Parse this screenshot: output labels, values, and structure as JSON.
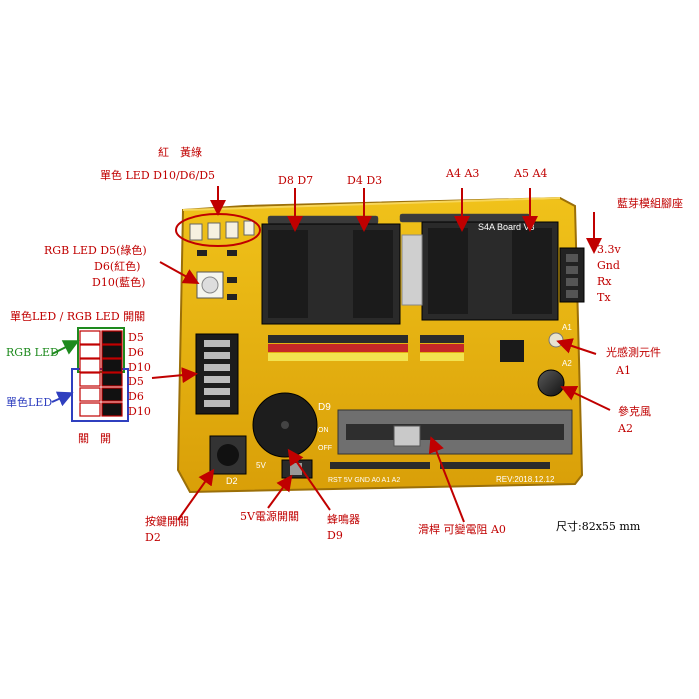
{
  "colors": {
    "board": "#e6b10a",
    "board_edge": "#a8770a",
    "annotation_red": "#c00000",
    "annotation_green": "#1e8a1e",
    "annotation_blue": "#2f3fbf",
    "header_black": "#1f1f1f"
  },
  "labels": {
    "led_colors": "紅　黃綠",
    "single_led": "單色 LED D10/D6/D5",
    "d8d7": "D8 D7",
    "d4d3": "D4 D3",
    "a4a3": "A4 A3",
    "a5a4": "A5 A4",
    "bluetooth": "藍芽模組腳座",
    "rgb_led_1": "RGB LED D5(綠色)",
    "rgb_led_2": "D6(紅色)",
    "rgb_led_3": "D10(藍色)",
    "pin_33v": "3.3v",
    "pin_gnd": "Gnd",
    "pin_rx": "Rx",
    "pin_tx": "Tx",
    "switch_title": "單色LED / RGB LED 開關",
    "rgb_led_side": "RGB LED",
    "single_led_side": "單色LED",
    "sw_d5a": "D5",
    "sw_d6a": "D6",
    "sw_d10a": "D10",
    "sw_d5b": "D5",
    "sw_d6b": "D6",
    "sw_d10b": "D10",
    "switch_bottom": "關　開",
    "light_sensor": "光感測元件",
    "light_pin": "A1",
    "pot": "參克風",
    "pot_pin": "A2",
    "button": "按鍵開關",
    "button_pin": "D2",
    "power_switch": "5V電源開關",
    "buzzer": "蜂鳴器",
    "buzzer_pin": "D9",
    "slider": "滑桿 可變電阻 A0",
    "size": "尺寸:82x55 mm"
  },
  "board_text": {
    "model": "S4A Board V3",
    "rev": "REV:2018.12.12",
    "d9": "D9",
    "d2": "D2",
    "a1": "A1",
    "a2": "A2",
    "v5": "5V",
    "on": "ON",
    "off": "OFF",
    "bottom_pins": "RST 5V GND  A0  A1  A2"
  }
}
